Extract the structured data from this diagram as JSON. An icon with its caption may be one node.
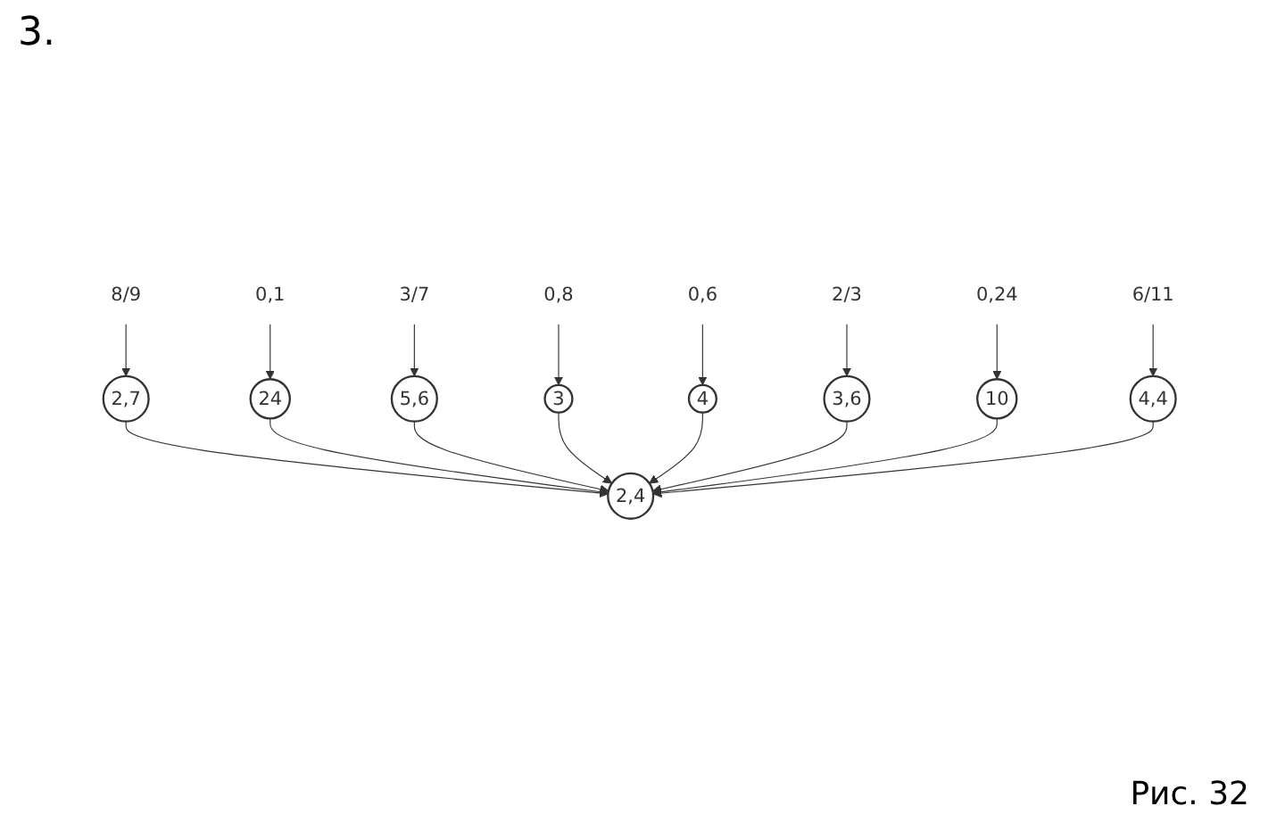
{
  "diagram": {
    "nodes": [
      {
        "text": [
          "2,4"
        ]
      },
      {
        "text": [
          "8/9"
        ]
      },
      {
        "text": [
          "2,7"
        ]
      },
      {
        "text": [
          "0,1"
        ]
      },
      {
        "text": [
          "24"
        ]
      },
      {
        "text": [
          "3/7"
        ]
      },
      {
        "text": [
          "5,6"
        ]
      },
      {
        "text": [
          "0,8"
        ]
      },
      {
        "text": [
          "3"
        ]
      },
      {
        "text": [
          "4"
        ]
      },
      {
        "text": [
          "0,6"
        ]
      },
      {
        "text": [
          "3,6"
        ]
      },
      {
        "text": [
          "2/3"
        ]
      },
      {
        "text": [
          "10"
        ]
      },
      {
        "text": [
          "0,24"
        ]
      },
      {
        "text": [
          "4,4"
        ]
      },
      {
        "text": [
          "6/11"
        ]
      }
    ],
    "edges": [
      {
        "from": 1,
        "to": 2,
        "arrow": "to"
      },
      {
        "from": 2,
        "to": 0,
        "arrow": "to"
      },
      {
        "from": 3,
        "to": 4,
        "arrow": "to"
      },
      {
        "from": 4,
        "to": 0,
        "arrow": "to"
      },
      {
        "from": 5,
        "to": 6,
        "arrow": "to"
      },
      {
        "from": 6,
        "to": 0,
        "arrow": "to"
      },
      {
        "from": 7,
        "to": 8,
        "arrow": "to"
      },
      {
        "from": 8,
        "to": 0,
        "arrow": "to"
      },
      {
        "from": 10,
        "to": 9,
        "arrow": "to"
      },
      {
        "from": 9,
        "to": 0,
        "arrow": "to"
      },
      {
        "from": 12,
        "to": 11,
        "arrow": "to"
      },
      {
        "from": 11,
        "to": 0,
        "arrow": "to"
      },
      {
        "from": 14,
        "to": 13,
        "arrow": "to"
      },
      {
        "from": 13,
        "to": 0,
        "arrow": "to"
      },
      {
        "from": 16,
        "to": 15,
        "arrow": "to"
      },
      {
        "from": 15,
        "to": 0,
        "arrow": "to"
      }
    ],
    "labels": [
      "3.",
      "Рис. 32"
    ]
  }
}
